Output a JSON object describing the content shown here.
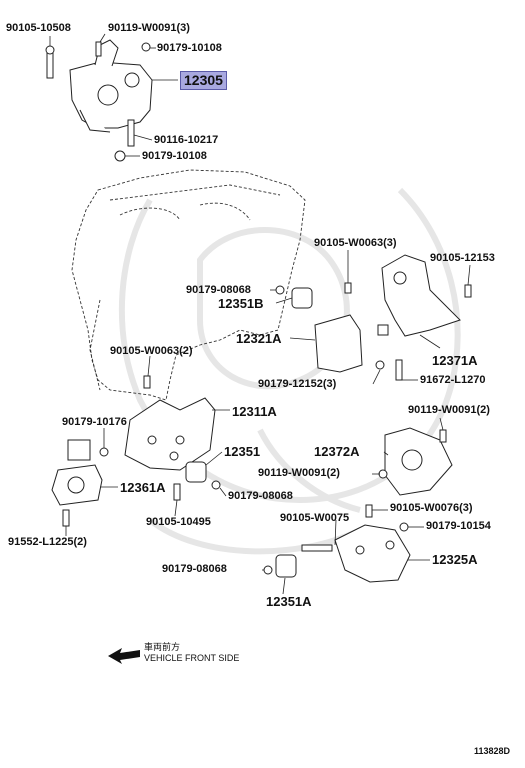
{
  "diagram": {
    "drawing_code": "113828D",
    "direction_note": {
      "japanese": "車両前方",
      "english": "VEHICLE FRONT SIDE"
    },
    "part_numbers": {
      "p1": "90105-10508",
      "p2": "90119-W0091(3)",
      "p3": "90179-10108",
      "p4": "12305",
      "p5": "90116-10217",
      "p6": "90179-10108",
      "p7": "90105-W0063(3)",
      "p8": "90105-12153",
      "p9": "90179-08068",
      "p10": "12351B",
      "p11": "12321A",
      "p12": "12371A",
      "p13": "90105-W0063(2)",
      "p14": "90179-12152(3)",
      "p15": "91672-L1270",
      "p16": "90179-10176",
      "p17": "12311A",
      "p18": "90119-W0091(2)",
      "p19": "12351",
      "p20": "12372A",
      "p21": "12361A",
      "p22": "90119-W0091(2)",
      "p23": "90179-08068",
      "p24": "90105-10495",
      "p25": "90105-W0076(3)",
      "p26": "91552-L1225(2)",
      "p27": "90105-W0075",
      "p28": "90179-10154",
      "p29": "90179-08068",
      "p30": "12325A",
      "p31": "12351A"
    }
  }
}
